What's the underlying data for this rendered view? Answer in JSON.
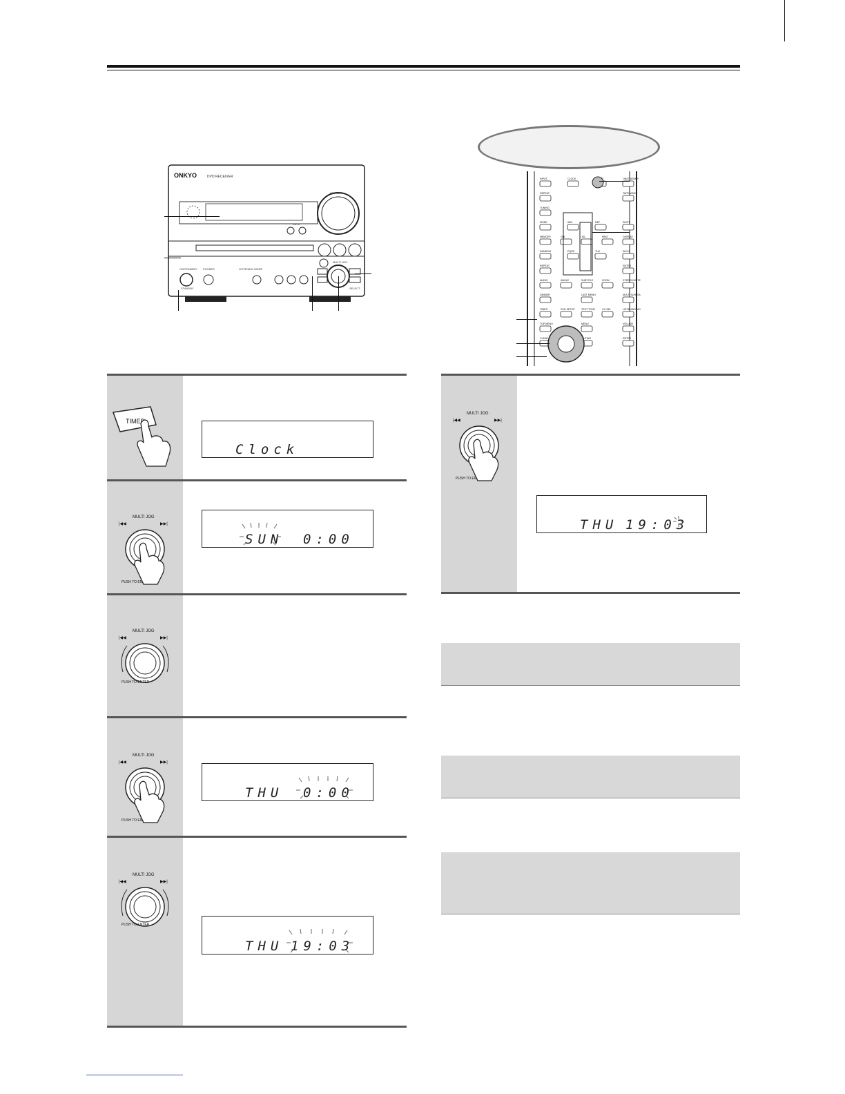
{
  "device": {
    "brand_logo": "ONKYO",
    "model": "DVD RECEIVER",
    "volume_label": "VOLUME",
    "listening_mode_label": "LISTENING MODE",
    "multijog_label": "MULTI JOG",
    "onstandby_label": "ON/STANDBY",
    "phones_label": "PHONES",
    "standby_label": "STANDBY",
    "select_label": "SELECT",
    "input_label": "INPUT"
  },
  "remote": {
    "rows": [
      [
        "INPUT",
        "CLOCK",
        "SLEEP",
        "ON/STANDBY"
      ],
      [
        "REPEAT",
        "TAPE/VIDEO"
      ],
      [
        "TUNING"
      ],
      [
        "MODE",
        "ABC",
        "DEF",
        "SHIFT"
      ],
      [
        "MEMORY",
        "GHI",
        "JKL",
        "MNO",
        "DISPLAY"
      ],
      [
        "RANDOM",
        "PQRS",
        "TUV",
        "WXYZ"
      ],
      [
        "REPEAT",
        "ENTER"
      ],
      [
        "AUDIO",
        "ANGLE",
        "SUBTITLE",
        "ZOOM",
        "STEREO/MUTE"
      ],
      [
        "DIMMER",
        "LAST MEMO",
        "MULTI SURROUND"
      ],
      [
        "TIMER",
        "DVD SETUP",
        "TEST TONE",
        "CH SEL",
        "LISTENING MODE"
      ],
      [
        "TOP MENU",
        "MENU",
        "VOLUME"
      ],
      [
        "CLEAR",
        "MUTING",
        "ENTER"
      ]
    ]
  },
  "steps": {
    "s1": {
      "button": "TIMER",
      "display": "Clock"
    },
    "s2": {
      "knob_label": "MULTI JOG",
      "push_label": "PUSH TO ENTER",
      "display_day": "SUN",
      "display_time": "0:00"
    },
    "s3": {
      "knob_label": "MULTI JOG",
      "push_label": "PUSH TO ENTER"
    },
    "s4": {
      "knob_label": "MULTI JOG",
      "push_label": "PUSH TO ENTER",
      "display_day": "THU",
      "display_time": "0:00"
    },
    "s5": {
      "knob_label": "MULTI JOG",
      "push_label": "PUSH TO ENTER",
      "display_day": "THU",
      "display_time": "19:03"
    },
    "s6": {
      "knob_label": "MULTI JOG",
      "push_label": "PUSH TO ENTER",
      "display_day": "THU",
      "display_time": "19:03"
    }
  },
  "colors": {
    "step_gray": "#d6d6d6",
    "note_gray": "#d8d8d8",
    "oval_border": "#777777"
  }
}
